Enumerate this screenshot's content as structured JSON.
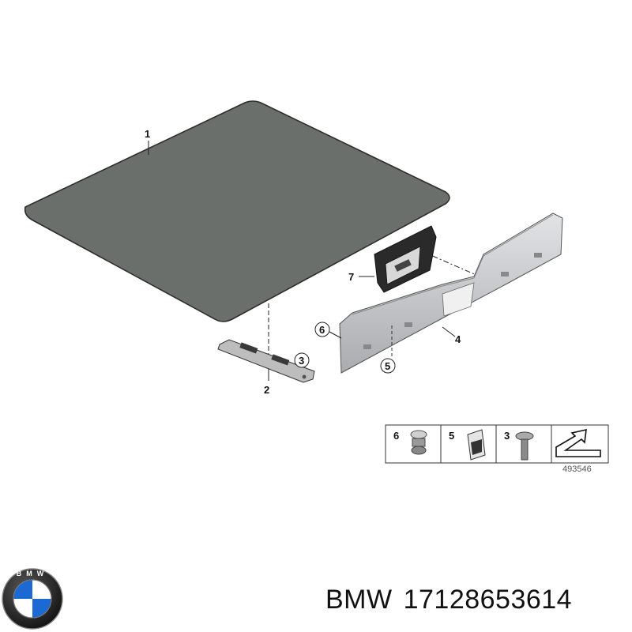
{
  "diagram": {
    "callouts": {
      "c1": "1",
      "c2": "2",
      "c3": "3",
      "c4": "4",
      "c5": "5",
      "c6": "6",
      "c7": "7"
    },
    "legend": {
      "cell1_num": "6",
      "cell2_num": "5",
      "cell3_num": "3"
    },
    "figure_number": "493546"
  },
  "brand": {
    "logo_letters": "BMW",
    "name": "BMW",
    "part_number": "17128653614"
  },
  "colors": {
    "mat": "#6b6f6c",
    "trim": "#c9cacc",
    "bracket": "#3a3a3a",
    "bmw_blue": "#1c69d4"
  }
}
